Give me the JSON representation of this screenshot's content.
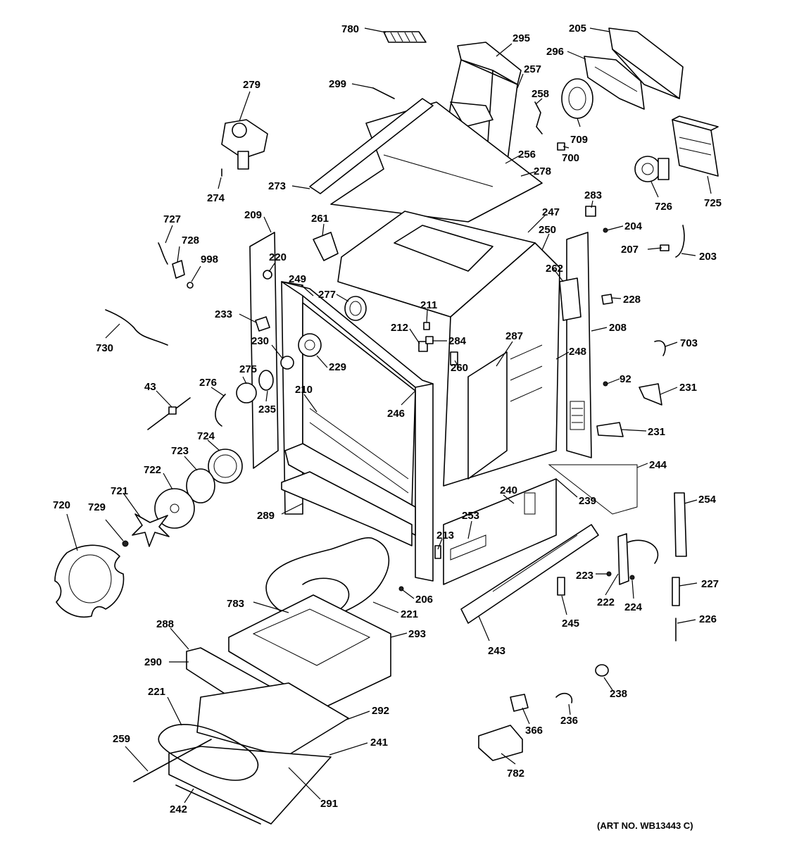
{
  "art_number": "(ART NO. WB13443 C)",
  "labels": {
    "l780": "780",
    "l295": "295",
    "l205": "205",
    "l296": "296",
    "l257": "257",
    "l279": "279",
    "l299": "299",
    "l258": "258",
    "l709": "709",
    "l256": "256",
    "l700": "700",
    "l278": "278",
    "l725": "725",
    "l726": "726",
    "l273": "273",
    "l274": "274",
    "l283": "283",
    "l247": "247",
    "l204": "204",
    "l209": "209",
    "l261": "261",
    "l250": "250",
    "l727": "727",
    "l728": "728",
    "l207": "207",
    "l203": "203",
    "l998": "998",
    "l220": "220",
    "l262": "262",
    "l249": "249",
    "l277": "277",
    "l228": "228",
    "l211": "211",
    "l233": "233",
    "l212": "212",
    "l284": "284",
    "l287": "287",
    "l208": "208",
    "l730": "730",
    "l230": "230",
    "l229": "229",
    "l260": "260",
    "l703": "703",
    "l248": "248",
    "l275": "275",
    "l276": "276",
    "l43": "43",
    "l210": "210",
    "l235": "235",
    "l246": "246",
    "l92": "92",
    "l231a": "231",
    "l231b": "231",
    "l724": "724",
    "l723": "723",
    "l244": "244",
    "l722": "722",
    "l721": "721",
    "l240": "240",
    "l239": "239",
    "l720": "720",
    "l729": "729",
    "l289": "289",
    "l253": "253",
    "l254": "254",
    "l213": "213",
    "l223": "223",
    "l227": "227",
    "l206": "206",
    "l222": "222",
    "l224": "224",
    "l783": "783",
    "l221a": "221",
    "l245": "245",
    "l226": "226",
    "l243": "243",
    "l288": "288",
    "l293": "293",
    "l290": "290",
    "l238": "238",
    "l221b": "221",
    "l292": "292",
    "l236": "236",
    "l366": "366",
    "l259": "259",
    "l241": "241",
    "l782": "782",
    "l291": "291",
    "l242": "242"
  }
}
